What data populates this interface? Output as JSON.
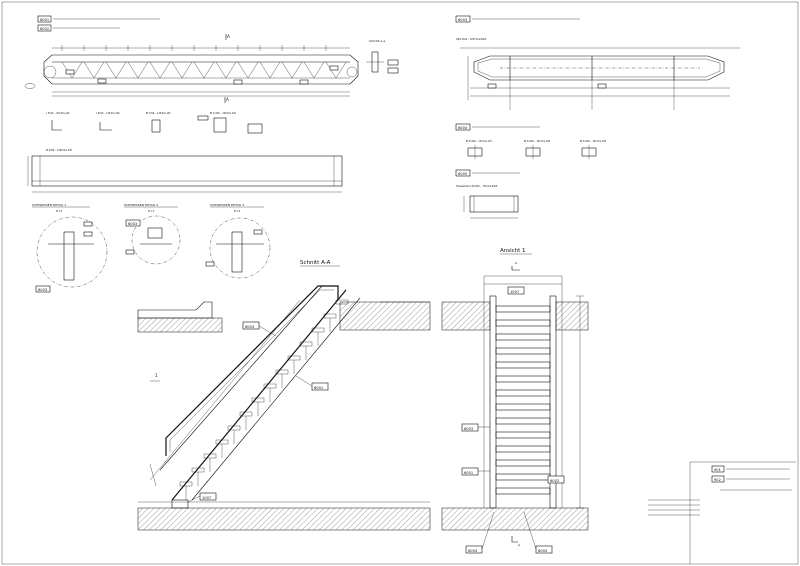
{
  "positions": {
    "p6001": "6001",
    "p6002": "6002",
    "p6003": "6003",
    "p6004": "6004",
    "p6005": "6005",
    "p1007": "1007",
    "p901": "901",
    "p902": "902"
  },
  "top_left": {
    "section_label": "A",
    "stamp_label": "Schnitt  a-a",
    "parts": [
      "L 50x5... 300  Pos.101",
      "L 50x5... 148  Pos.102",
      "Bl 7x50... 148  Pos.103",
      "Bl 7x100... 148  Pos.104"
    ],
    "bar_label": "Bl 5x80... 4180  Pos.105"
  },
  "top_right": {
    "bar_label": "QRO 40x4... 3053  Pos.6002",
    "parts": [
      "Bl 5x100... 150  Pos.107",
      "Bl 5x150... 150  Pos.108",
      "Bl 5x150... 150  Pos.109"
    ],
    "tread_label": "Trapezstufe b 30x250... 750  Pos.6005"
  },
  "details": {
    "d1": "SCHWEISSEN DETAIL 1",
    "d2": "SCHWEISSEN DETAIL 2",
    "d3": "SCHWEISSEN DETAIL 3",
    "scale": "M 1:5"
  },
  "views": {
    "section": "Schnitt A-A",
    "elevation": "Ansicht 1",
    "cut_mark": "A"
  },
  "marks": {
    "one": "1"
  }
}
